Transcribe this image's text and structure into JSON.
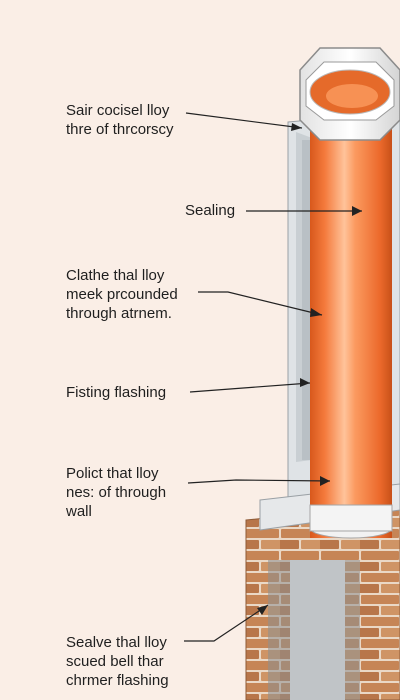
{
  "colors": {
    "background": "#faeee6",
    "pipe": "#f07a3a",
    "pipe_highlight": "#ffc9a0",
    "pipe_shadow": "#d55a1e",
    "casing": "#e9ecee",
    "brick": "#c98a5c",
    "mortar": "#ead8c6",
    "leader": "#222222"
  },
  "labels": [
    {
      "id": "cap",
      "text": "Sair cocisel lloy\nthre of thrcorscy"
    },
    {
      "id": "sealing",
      "text": "Sealing"
    },
    {
      "id": "pipe",
      "text": "Clathe thal lloy\nmeek prcounded\nthrough atrnem."
    },
    {
      "id": "fisting",
      "text": "Fisting flashing"
    },
    {
      "id": "wall",
      "text": "Polict that lloy\nnes: of through\nwall"
    },
    {
      "id": "base",
      "text": "Sealve thal lloy\nscued bell thar\nchrmer flashing"
    }
  ]
}
